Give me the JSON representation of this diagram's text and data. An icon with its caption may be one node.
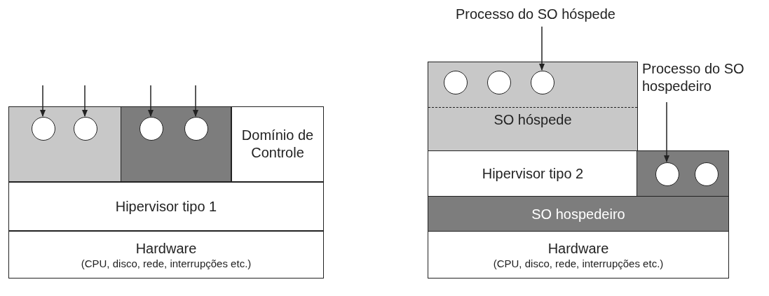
{
  "diagram": {
    "nodes": [
      {
        "text": [],
        "shape": "box"
      },
      {
        "text": [],
        "shape": "circle",
        "in": 0
      },
      {
        "text": [],
        "shape": "circle",
        "in": 0
      },
      {
        "text": [],
        "shape": "box"
      },
      {
        "text": [],
        "shape": "circle",
        "in": 3
      },
      {
        "text": [],
        "shape": "circle",
        "in": 3
      },
      {
        "text": [
          "Domínio de Controle"
        ]
      },
      {
        "text": [
          "Hipervisor tipo 1"
        ]
      },
      {
        "text": [
          "Hardware",
          "(CPU, disco, rede, interrupções etc.)"
        ]
      },
      {
        "text": [
          "Processo do SO hóspede"
        ]
      },
      {
        "text": [
          "SO hóspede"
        ]
      },
      {
        "text": [],
        "shape": "circle",
        "in": 10
      },
      {
        "text": [],
        "shape": "circle",
        "in": 10
      },
      {
        "text": [],
        "shape": "circle",
        "in": 10
      },
      {
        "text": [
          "Processo do SO hospedeiro"
        ]
      },
      {
        "text": [
          "Hipervisor tipo 2"
        ]
      },
      {
        "text": [],
        "shape": "box"
      },
      {
        "text": [],
        "shape": "circle",
        "in": 16
      },
      {
        "text": [],
        "shape": "circle",
        "in": 16
      },
      {
        "text": [
          "SO hospedeiro"
        ]
      },
      {
        "text": [
          "Hardware",
          "(CPU, disco, rede, interrupções etc.)"
        ]
      }
    ],
    "edges": [
      {
        "from": null,
        "to": 1,
        "arrow": "to"
      },
      {
        "from": null,
        "to": 2,
        "arrow": "to"
      },
      {
        "from": null,
        "to": 4,
        "arrow": "to"
      },
      {
        "from": null,
        "to": 5,
        "arrow": "to"
      },
      {
        "from": 9,
        "to": 13,
        "arrow": "to"
      },
      {
        "from": 14,
        "to": 17,
        "arrow": "to"
      }
    ]
  }
}
